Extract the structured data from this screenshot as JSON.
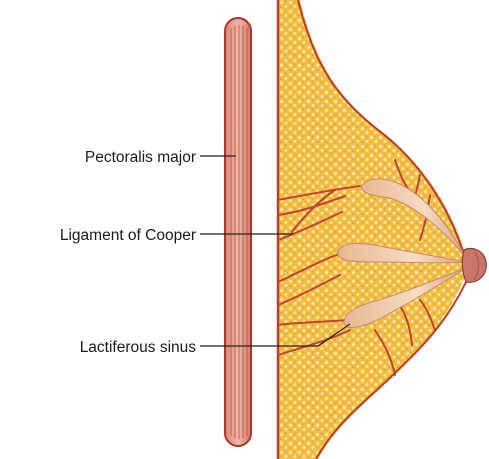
{
  "labels": {
    "pectoralis_major": "Pectoralis major",
    "ligament_of_cooper": "Ligament of Cooper",
    "lactiferous_sinus": "Lactiferous sinus"
  },
  "colors": {
    "muscle_fill": "#e8a99a",
    "muscle_stroke": "#a8362c",
    "fat_fill": "#f4c049",
    "fat_dots": "#fbe39a",
    "ligament": "#c0452d",
    "duct": "#efc9a8",
    "nipple": "#c9776a",
    "leader_line": "#222222"
  }
}
